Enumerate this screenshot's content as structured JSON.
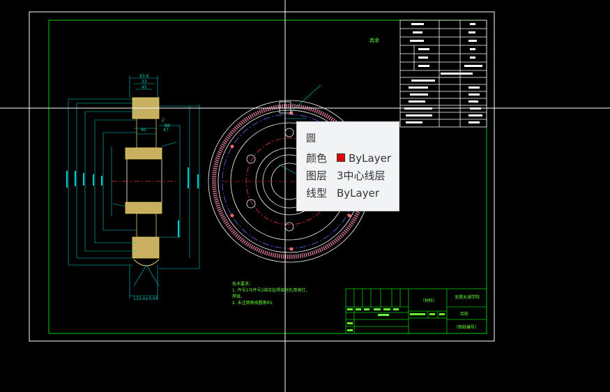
{
  "tooltip": {
    "title": "圆",
    "rows": [
      {
        "key": "颜色",
        "value": "ByLayer",
        "swatch_color": "#e00000"
      },
      {
        "key": "图层",
        "value": "3中心线层"
      },
      {
        "key": "线型",
        "value": "ByLayer"
      }
    ]
  },
  "drawing": {
    "top_note": "其余",
    "left_dims": {
      "top_1": "93.6",
      "top_2": "33",
      "top_3": "45",
      "bottom": "133.4±0.04",
      "s1": "40",
      "s2": "47",
      "s3": "88",
      "s4": "2"
    },
    "tech_notes": [
      "技术要求：",
      "1. 件号1与件号2结合处焊接时孔用销钉，",
      "焊接。",
      "2. 未注倒角按圆角R5."
    ],
    "title_block": {
      "material": "（材料）",
      "school": "无锡太湖学院",
      "drawing_name": "齿轮",
      "drawing_code": "（图纸编号）"
    }
  },
  "colors": {
    "background": "#000000",
    "frame_outer": "#ffffff",
    "frame_inner": "#00cc00",
    "dimension": "#00cccc",
    "hatch": "#e6cc66",
    "center_line": "#ff3333",
    "text_green": "#66ff33",
    "crosshair": "#ffffff"
  }
}
